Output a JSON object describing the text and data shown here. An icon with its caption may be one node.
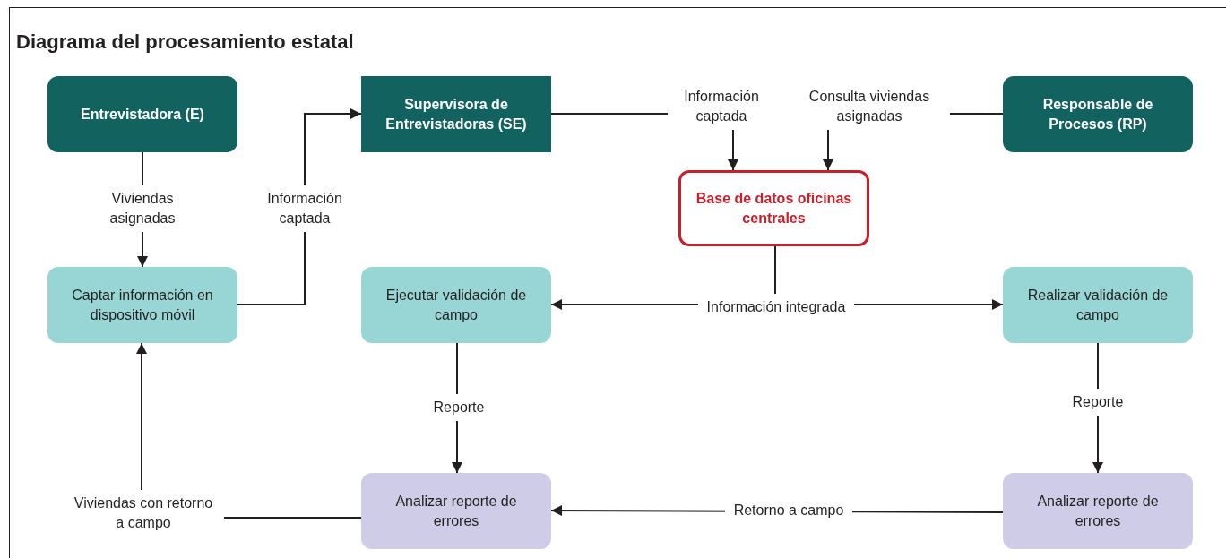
{
  "diagram": {
    "title": "Diagrama del procesamiento estatal",
    "nodes": [
      {
        "text": [
          "Entrevistadora (E)"
        ]
      },
      {
        "text": [
          "Supervisora de Entrevistadoras (SE)"
        ]
      },
      {
        "text": [
          "Responsable de Procesos (RP)"
        ]
      },
      {
        "text": [
          "Base de datos oficinas centrales"
        ]
      },
      {
        "text": [
          "Captar información en dispositivo móvil"
        ]
      },
      {
        "text": [
          "Ejecutar validación de campo"
        ]
      },
      {
        "text": [
          "Realizar validación de campo"
        ]
      },
      {
        "text": [
          "Analizar reporte de errores"
        ]
      },
      {
        "text": [
          "Analizar reporte de errores"
        ]
      }
    ],
    "edges": [
      {
        "from": 0,
        "to": 4,
        "arrow": "to",
        "label": "Viviendas asignadas"
      },
      {
        "from": 4,
        "to": 1,
        "arrow": "to",
        "label": "Información captada"
      },
      {
        "from": 1,
        "to": 3,
        "arrow": "to",
        "label": "Información captada"
      },
      {
        "from": 2,
        "to": 3,
        "arrow": "to",
        "label": "Consulta viviendas asignadas"
      },
      {
        "from": 3,
        "to": 5,
        "arrow": "to",
        "label": "Información integrada"
      },
      {
        "from": 3,
        "to": 6,
        "arrow": "to"
      },
      {
        "from": 5,
        "to": 7,
        "arrow": "to",
        "label": "Reporte"
      },
      {
        "from": 6,
        "to": 8,
        "arrow": "to",
        "label": "Reporte"
      },
      {
        "from": 8,
        "to": 7,
        "arrow": "to",
        "label": "Retorno a campo"
      },
      {
        "from": 7,
        "to": 4,
        "arrow": "to",
        "label": "Viviendas con retorno a campo"
      }
    ]
  }
}
